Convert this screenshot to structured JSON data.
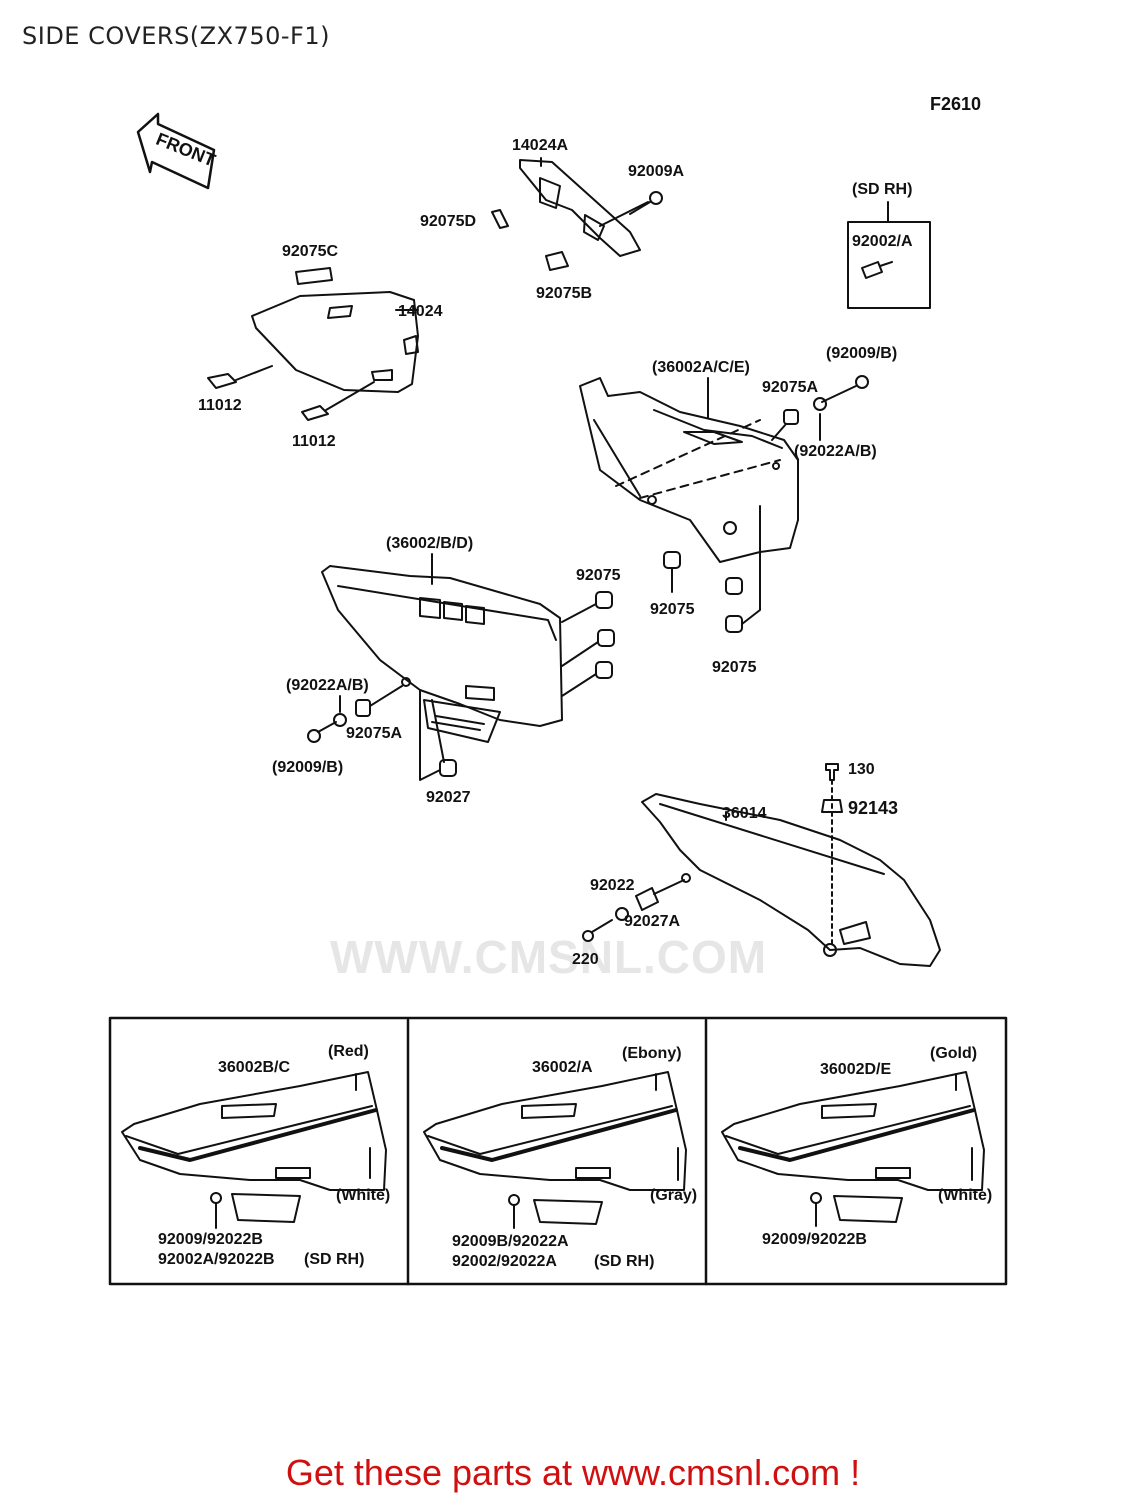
{
  "page": {
    "title": "SIDE COVERS(ZX750-F1)",
    "figure_code": "F2610",
    "front_label": "FRONT",
    "watermark": "WWW.CMSNL.COM",
    "footer": "Get these parts at www.cmsnl.com !"
  },
  "sd_rh_box": {
    "heading": "(SD RH)",
    "part": "92002/A"
  },
  "parts": {
    "p14024A": "14024A",
    "p92009A": "92009A",
    "p92075D": "92075D",
    "p92075B": "92075B",
    "p92075C": "92075C",
    "p14024": "14024",
    "p11012a": "11012",
    "p11012b": "11012",
    "p36002ACE": "(36002A/C/E)",
    "p92009B_top": "(92009/B)",
    "p92075A_top": "92075A",
    "p92022AB_top": "(92022A/B)",
    "p36002BD": "(36002/B/D)",
    "p92075_1": "92075",
    "p92075_2": "92075",
    "p92075_3": "92075",
    "p92022AB_left": "(92022A/B)",
    "p92075A_left": "92075A",
    "p92009B_left": "(92009/B)",
    "p92027": "92027",
    "p130": "130",
    "p92143": "92143",
    "p36014": "36014",
    "p92022": "92022",
    "p92027A": "92027A",
    "p220": "220"
  },
  "variants": [
    {
      "part": "36002B/C",
      "upper_color": "(Red)",
      "lower_color": "(White)",
      "note1": "92009/92022B",
      "note2": "92002A/92022B",
      "note2_suffix": "(SD RH)"
    },
    {
      "part": "36002/A",
      "upper_color": "(Ebony)",
      "lower_color": "(Gray)",
      "note1": "92009B/92022A",
      "note2": "92002/92022A",
      "note2_suffix": "(SD RH)"
    },
    {
      "part": "36002D/E",
      "upper_color": "(Gold)",
      "lower_color": "(White)",
      "note1": "92009/92022B",
      "note2": "",
      "note2_suffix": ""
    }
  ],
  "colors": {
    "line": "#111111",
    "footer": "#d01010",
    "watermark": "#e6e6e6"
  }
}
